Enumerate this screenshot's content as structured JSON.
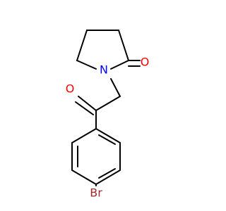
{
  "molecule": {
    "atoms": {
      "carbonyl_oxygen_ring": "O",
      "ring_nitrogen": "N",
      "ketone_oxygen": "O",
      "bromine": "Br"
    }
  },
  "colors": {
    "bond": "#000000",
    "oxygen": "#ff0000",
    "nitrogen": "#0000ff",
    "bromine": "#a52a2a"
  }
}
